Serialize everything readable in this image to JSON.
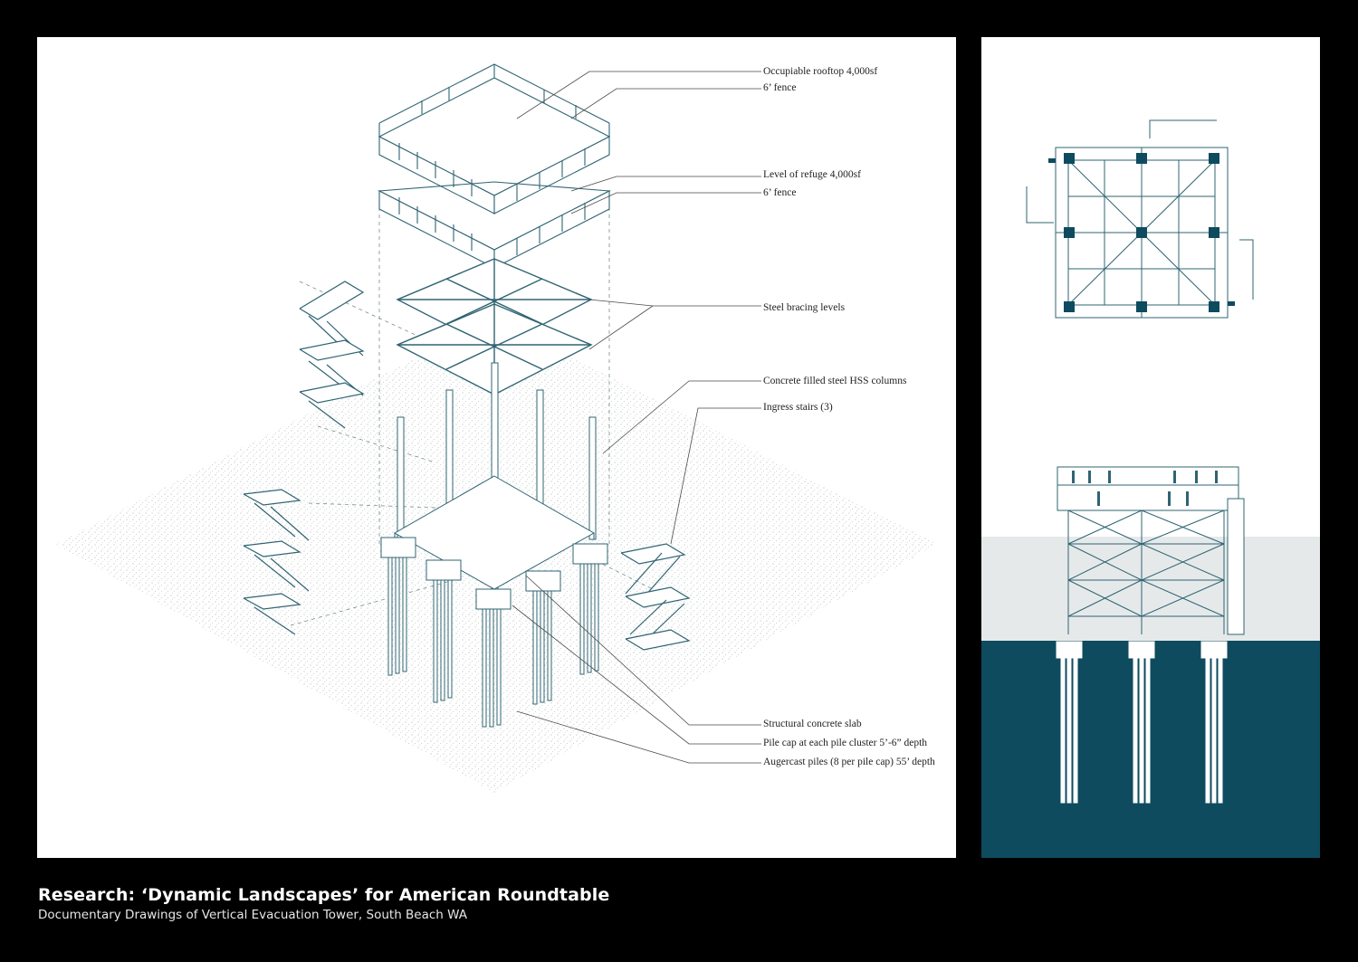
{
  "callouts": [
    {
      "id": "rooftop",
      "text": "Occupiable rooftop 4,000sf"
    },
    {
      "id": "fence-top",
      "text": "6’ fence"
    },
    {
      "id": "refuge",
      "text": "Level of refuge 4,000sf"
    },
    {
      "id": "fence-refuge",
      "text": "6’ fence"
    },
    {
      "id": "bracing",
      "text": "Steel bracing levels"
    },
    {
      "id": "columns",
      "text": "Concrete filled steel HSS columns"
    },
    {
      "id": "stairs",
      "text": "Ingress stairs (3)"
    },
    {
      "id": "slab",
      "text": "Structural concrete slab"
    },
    {
      "id": "pile-cap",
      "text": "Pile cap at each pile cluster 5’-6” depth"
    },
    {
      "id": "piles",
      "text": "Augercast piles (8 per pile cap) 55’ depth"
    }
  ],
  "caption": {
    "title": "Research: ‘Dynamic Landscapes’ for American Roundtable",
    "subtitle": "Documentary Drawings of Vertical Evacuation Tower, South Beach WA"
  },
  "colors": {
    "ink": "#2f6472",
    "dark_teal": "#0e4b5e",
    "ground_grey": "#e6e9ea",
    "background": "#000000",
    "panel": "#ffffff"
  }
}
